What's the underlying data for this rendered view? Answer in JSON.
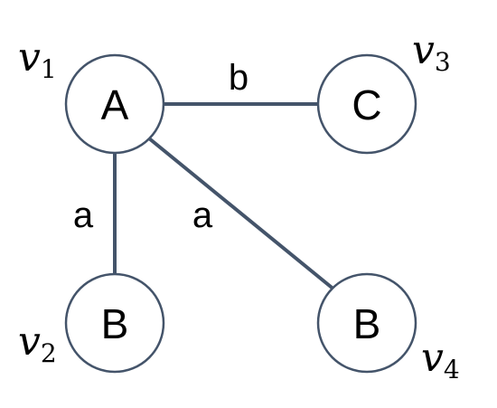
{
  "graph": {
    "nodes": [
      {
        "id": "v1",
        "label": "A",
        "var": "v",
        "sub": "1"
      },
      {
        "id": "v3",
        "label": "C",
        "var": "v",
        "sub": "3"
      },
      {
        "id": "v2",
        "label": "B",
        "var": "v",
        "sub": "2"
      },
      {
        "id": "v4",
        "label": "B",
        "var": "v",
        "sub": "4"
      }
    ],
    "edges": [
      {
        "from": "v1",
        "to": "v3",
        "label": "b"
      },
      {
        "from": "v1",
        "to": "v2",
        "label": "a"
      },
      {
        "from": "v1",
        "to": "v4",
        "label": "a"
      }
    ]
  },
  "colors": {
    "edge": "#44546a",
    "node_stroke": "#44546a",
    "node_fill": "#ffffff",
    "text": "#000000"
  }
}
